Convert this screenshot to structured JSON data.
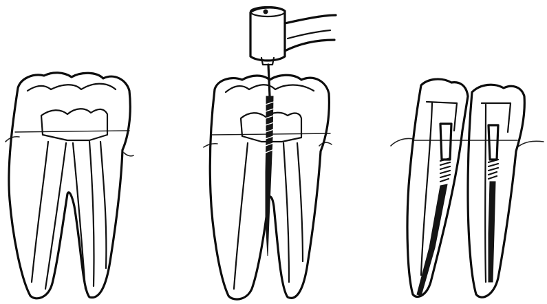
{
  "figure": {
    "panels": [
      {
        "name": "untreated-molar"
      },
      {
        "name": "molar-with-endodontic-handpiece-file"
      },
      {
        "name": "roots-with-posts-and-filling"
      }
    ],
    "colors": {
      "ink": "#111111",
      "background": "#ffffff"
    }
  }
}
